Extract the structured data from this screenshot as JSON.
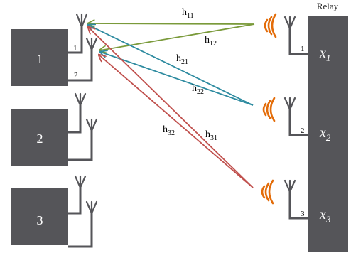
{
  "relay": {
    "label": "Relay",
    "signals": [
      {
        "base": "x",
        "sub": "1"
      },
      {
        "base": "x",
        "sub": "2"
      },
      {
        "base": "x",
        "sub": "3"
      }
    ],
    "antenna_numbers": [
      "1",
      "2",
      "3"
    ]
  },
  "users": [
    {
      "label": "1",
      "antenna_numbers": [
        "1",
        "2"
      ]
    },
    {
      "label": "2"
    },
    {
      "label": "3"
    }
  ],
  "channels": [
    {
      "base": "h",
      "sub": "11",
      "color": "#7a9a3a"
    },
    {
      "base": "h",
      "sub": "12",
      "color": "#7a9a3a"
    },
    {
      "base": "h",
      "sub": "21",
      "color": "#2e8ba0"
    },
    {
      "base": "h",
      "sub": "22",
      "color": "#2e8ba0"
    },
    {
      "base": "h",
      "sub": "32",
      "color": "#c0504d"
    },
    {
      "base": "h",
      "sub": "31",
      "color": "#c0504d"
    }
  ],
  "colors": {
    "box": "#555559",
    "box_text": "#ffffff",
    "antenna": "#555559",
    "radio_waves": "#e36c09",
    "green": "#7a9a3a",
    "teal": "#2e8ba0",
    "red": "#c0504d"
  }
}
